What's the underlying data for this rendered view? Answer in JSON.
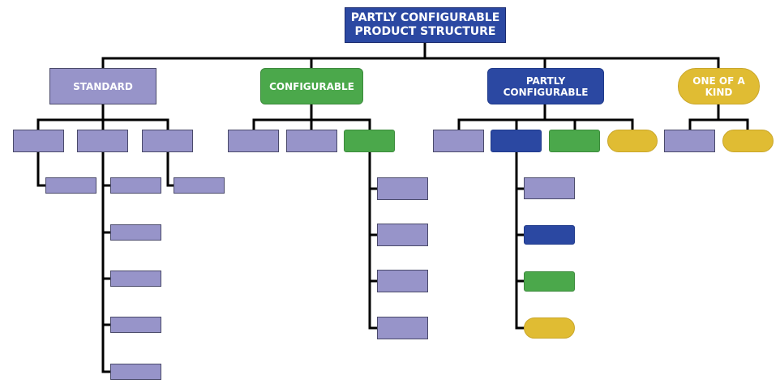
{
  "title": "PARTLY CONFIGURABLE PRODUCT STRUCTURE",
  "categories": {
    "standard": "STANDARD",
    "configurable": "CONFIGURABLE",
    "partly": "PARTLY CONFIGURABLE",
    "one_of_a_kind": "ONE OF A KIND"
  },
  "colors": {
    "standard": "#9794c9",
    "configurable": "#4ba84b",
    "partly_configurable": "#2b48a2",
    "one_of_a_kind": "#e0bc33",
    "connector": "#000000"
  }
}
